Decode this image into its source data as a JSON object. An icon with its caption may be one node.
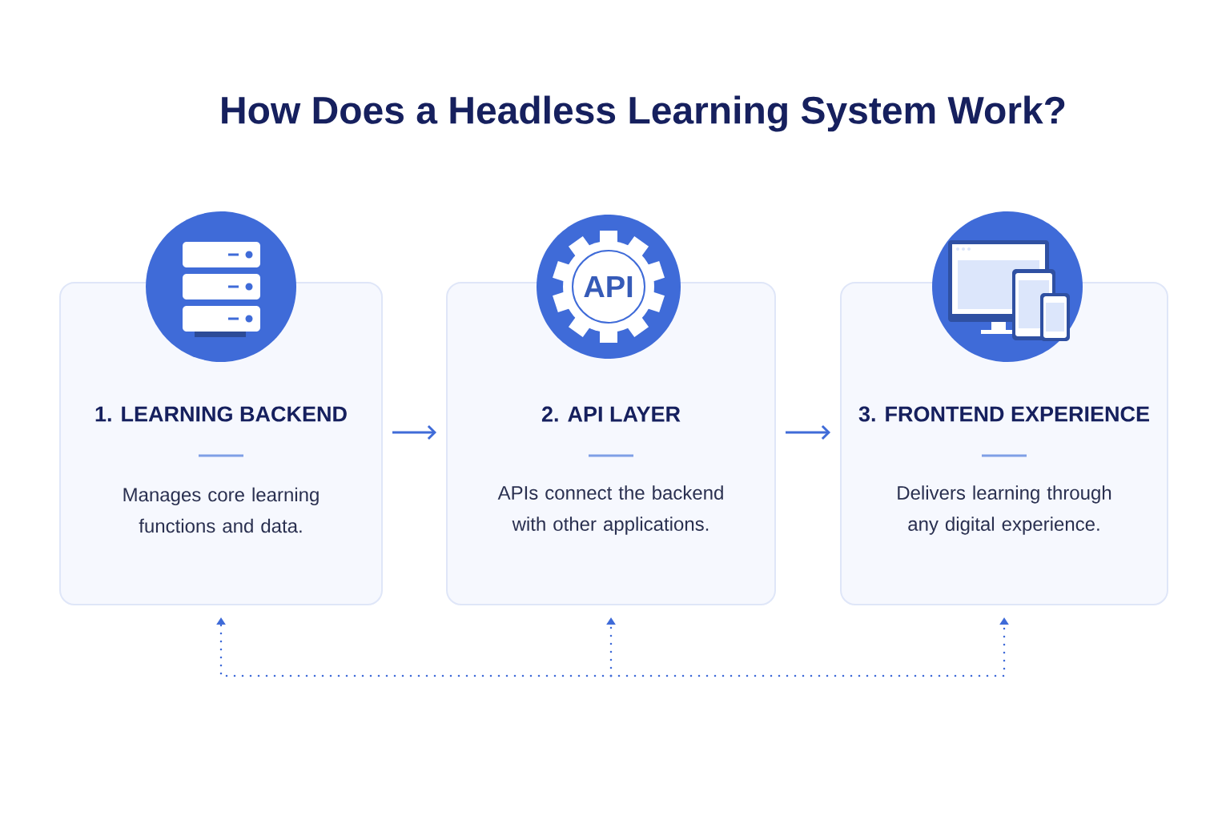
{
  "diagram": {
    "title": "How Does a Headless Learning System Work?",
    "nodes": [
      {
        "text": [
          "1. LEARNING BACKEND",
          "Manages core learning functions and data."
        ]
      },
      {
        "text": [
          "2. API LAYER",
          "APIs connect the backend with other applications."
        ]
      },
      {
        "text": [
          "3. FRONTEND EXPERIENCE",
          "Delivers learning through any digital experience."
        ]
      }
    ],
    "edges": [
      {
        "from": 0,
        "to": 1,
        "arrow": "to"
      },
      {
        "from": 1,
        "to": 2,
        "arrow": "to"
      },
      {
        "from": null,
        "to": 0,
        "arrow": "to",
        "style": "dashed"
      },
      {
        "from": null,
        "to": 1,
        "arrow": "to",
        "style": "dashed"
      },
      {
        "from": null,
        "to": 2,
        "arrow": "to",
        "style": "dashed"
      }
    ],
    "labels": [
      "API"
    ]
  }
}
